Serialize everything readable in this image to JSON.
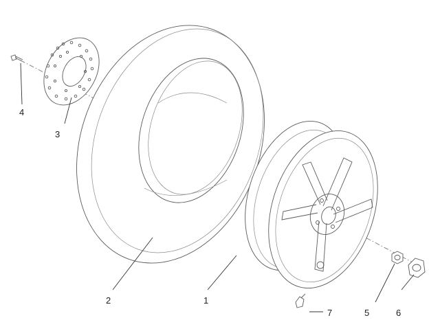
{
  "callouts": [
    {
      "number": "1",
      "part": "rim"
    },
    {
      "number": "2",
      "part": "tyre"
    },
    {
      "number": "3",
      "part": "brake-disc"
    },
    {
      "number": "4",
      "part": "disc-screw"
    },
    {
      "number": "5",
      "part": "wheel-nut"
    },
    {
      "number": "6",
      "part": "spacer"
    },
    {
      "number": "7",
      "part": "tyre-valve"
    }
  ],
  "colors": {
    "line": "#5a5a5a",
    "callout_text": "#222222",
    "background": "#ffffff"
  }
}
